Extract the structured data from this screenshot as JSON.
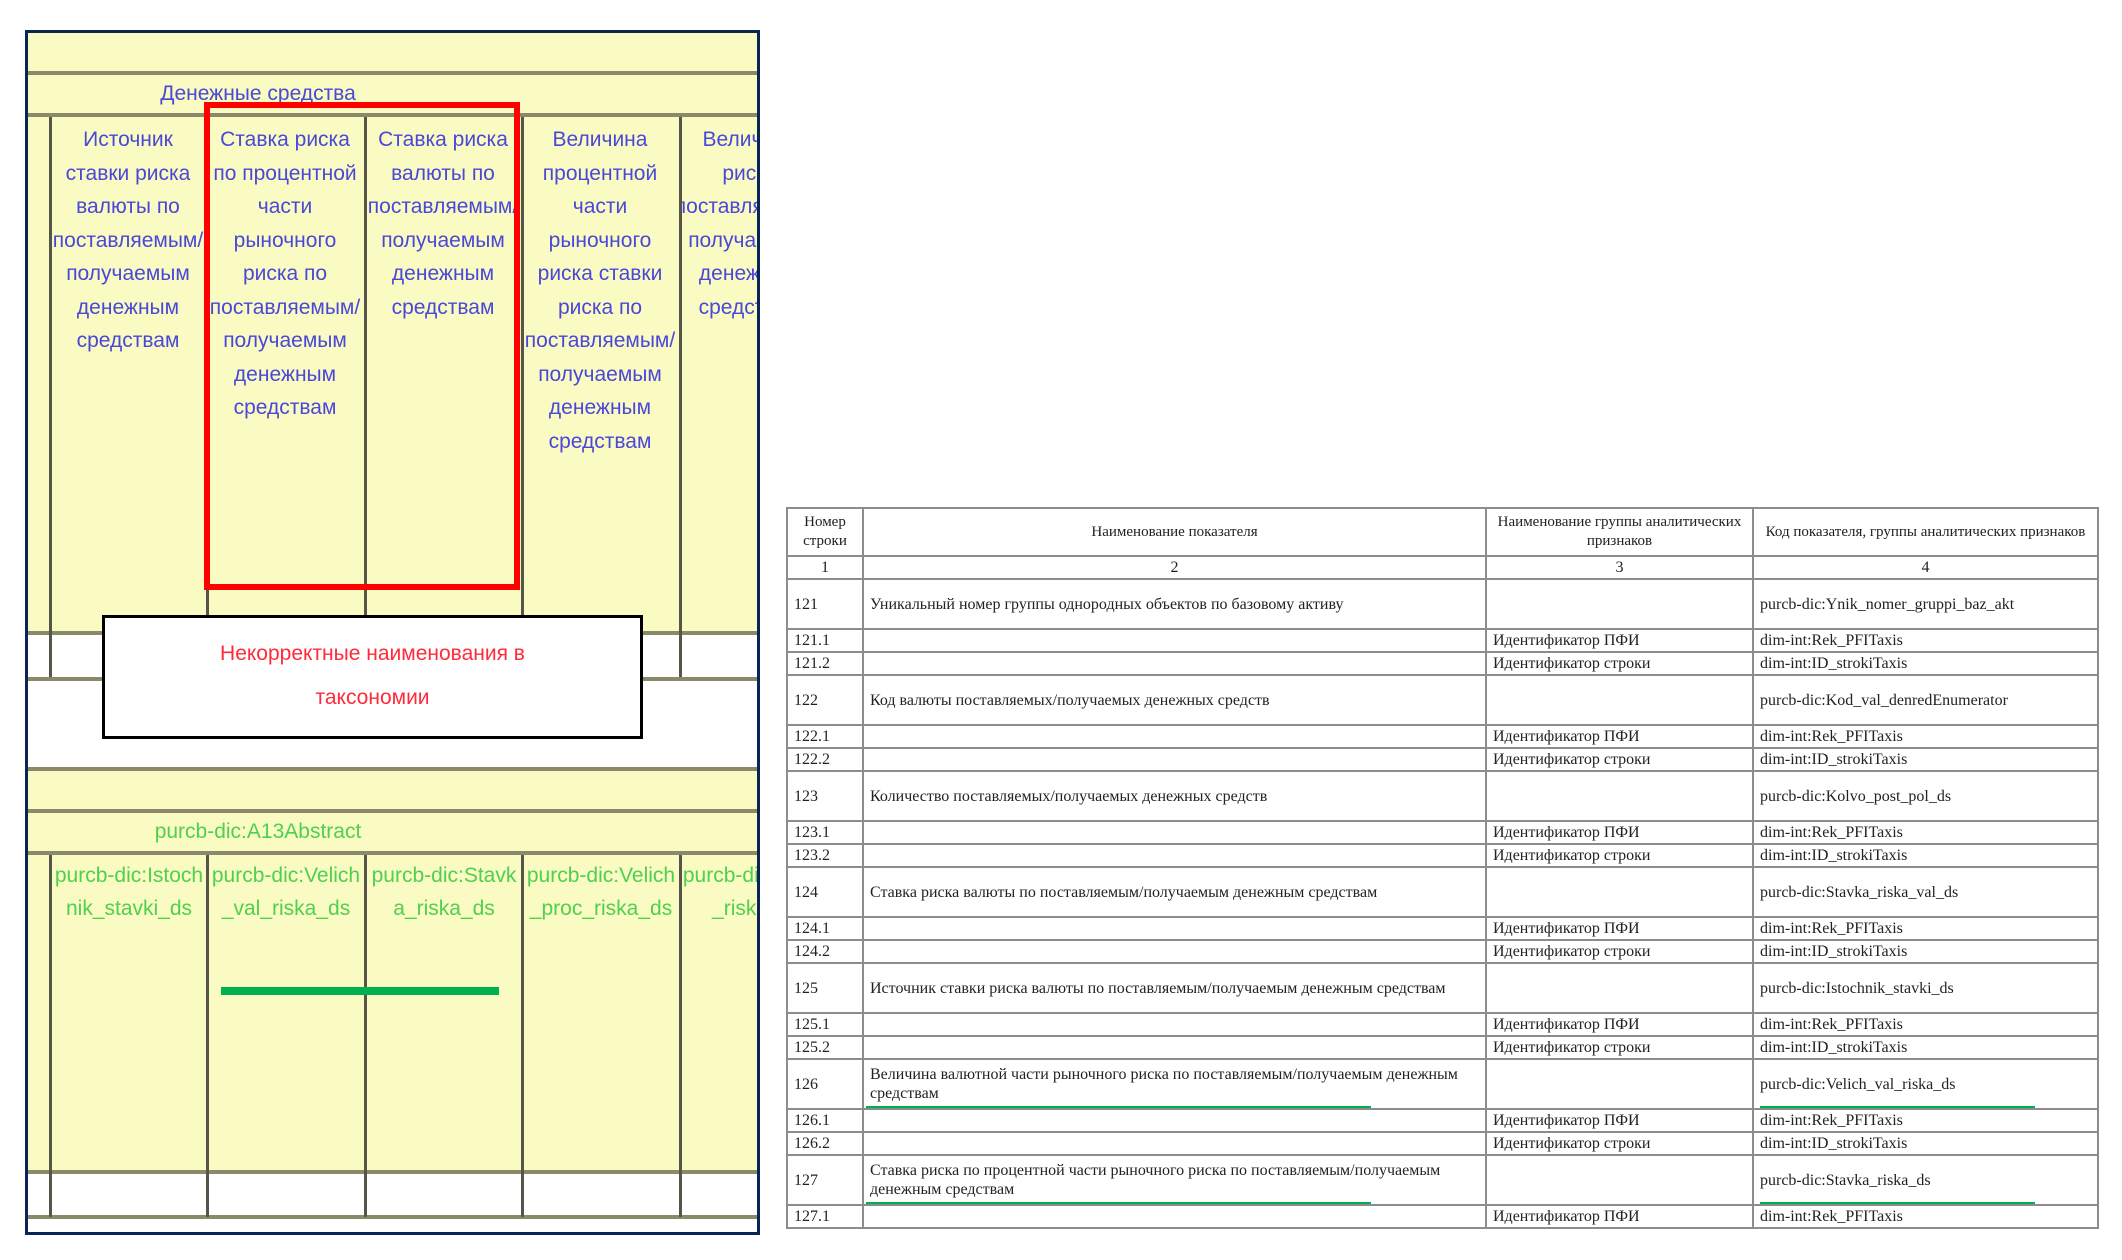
{
  "left_panel": {
    "group_header": "Денежные средства",
    "columns": [
      "Источник ставки риска валюты по поставляемым/получаемым денежным средствам",
      "Ставка риска по процентной части рыночного риска по поставляемым/получаемым денежным средствам",
      "Ставка риска валюты по поставляемым/получаемым денежным средствам",
      "Величина процентной части рыночного риска ставки риска по поставляемым/получаемым денежным средствам",
      "Величина риска поставляемым/получаемым денежным средствам"
    ],
    "abstract_header": "purcb-dic:A13Abstract",
    "codes": [
      "purcb-dic:Istochnik_stavki_ds",
      "purcb-dic:Velich_val_riska_ds",
      "purcb-dic:Stavka_riska_ds",
      "purcb-dic:Velich_proc_riska_ds",
      "purcb-dic:Velich_riska_ds"
    ],
    "callout": "Некорректные наименования в таксономии",
    "colors": {
      "highlight": "#ff0000",
      "underline": "#00b050",
      "header_text": "#4a48d8",
      "code_text": "#4fd04f",
      "cell_bg": "#fafac3"
    }
  },
  "right_table": {
    "headers": [
      "Номер строки",
      "Наименование показателя",
      "Наименование группы аналитических признаков",
      "Код показателя, группы аналитических признаков"
    ],
    "col_numbers": [
      "1",
      "2",
      "3",
      "4"
    ],
    "rows": [
      {
        "num": "121",
        "name": "Уникальный номер группы однородных объектов по базовому активу",
        "group": "",
        "code": "purcb-dic:Ynik_nomer_gruppi_baz_akt"
      },
      {
        "num": "121.1",
        "name": "",
        "group": "Идентификатор ПФИ",
        "code": "dim-int:Rek_PFITaxis"
      },
      {
        "num": "121.2",
        "name": "",
        "group": "Идентификатор строки",
        "code": "dim-int:ID_strokiTaxis"
      },
      {
        "num": "122",
        "name": "Код валюты поставляемых/получаемых денежных средств",
        "group": "",
        "code": "purcb-dic:Kod_val_denredEnumerator"
      },
      {
        "num": "122.1",
        "name": "",
        "group": "Идентификатор ПФИ",
        "code": "dim-int:Rek_PFITaxis"
      },
      {
        "num": "122.2",
        "name": "",
        "group": "Идентификатор строки",
        "code": "dim-int:ID_strokiTaxis"
      },
      {
        "num": "123",
        "name": "Количество поставляемых/получаемых денежных средств",
        "group": "",
        "code": "purcb-dic:Kolvo_post_pol_ds"
      },
      {
        "num": "123.1",
        "name": "",
        "group": "Идентификатор ПФИ",
        "code": "dim-int:Rek_PFITaxis"
      },
      {
        "num": "123.2",
        "name": "",
        "group": "Идентификатор строки",
        "code": "dim-int:ID_strokiTaxis"
      },
      {
        "num": "124",
        "name": "Ставка риска валюты по поставляемым/получаемым денежным средствам",
        "group": "",
        "code": "purcb-dic:Stavka_riska_val_ds"
      },
      {
        "num": "124.1",
        "name": "",
        "group": "Идентификатор ПФИ",
        "code": "dim-int:Rek_PFITaxis"
      },
      {
        "num": "124.2",
        "name": "",
        "group": "Идентификатор строки",
        "code": "dim-int:ID_strokiTaxis"
      },
      {
        "num": "125",
        "name": "Источник ставки риска валюты по поставляемым/получаемым денежным средствам",
        "group": "",
        "code": "purcb-dic:Istochnik_stavki_ds"
      },
      {
        "num": "125.1",
        "name": "",
        "group": "Идентификатор ПФИ",
        "code": "dim-int:Rek_PFITaxis"
      },
      {
        "num": "125.2",
        "name": "",
        "group": "Идентификатор строки",
        "code": "dim-int:ID_strokiTaxis"
      },
      {
        "num": "126",
        "name": "Величина валютной части рыночного риска по поставляемым/получаемым денежным средствам",
        "group": "",
        "code": "purcb-dic:Velich_val_riska_ds",
        "underline": true
      },
      {
        "num": "126.1",
        "name": "",
        "group": "Идентификатор ПФИ",
        "code": "dim-int:Rek_PFITaxis"
      },
      {
        "num": "126.2",
        "name": "",
        "group": "Идентификатор строки",
        "code": "dim-int:ID_strokiTaxis"
      },
      {
        "num": "127",
        "name": "Ставка риска по процентной части рыночного риска по поставляемым/получаемым денежным средствам",
        "group": "",
        "code": "purcb-dic:Stavka_riska_ds",
        "underline": true
      },
      {
        "num": "127.1",
        "name": "",
        "group": "Идентификатор ПФИ",
        "code": "dim-int:Rek_PFITaxis"
      }
    ]
  }
}
